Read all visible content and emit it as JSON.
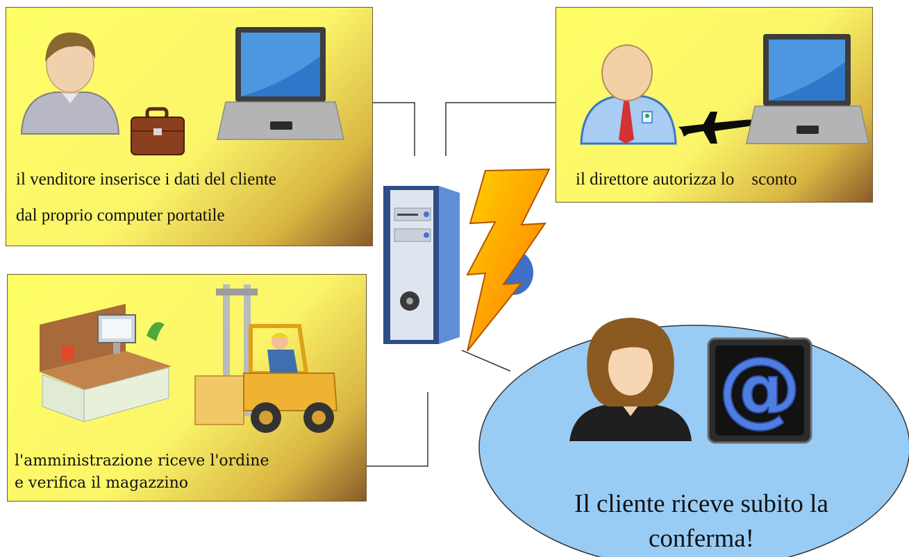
{
  "panels": {
    "seller": {
      "caption_line1": "il venditore inserisce i dati del cliente",
      "caption_line2": "dal proprio computer portatile"
    },
    "director": {
      "caption": "il direttore autorizza lo    sconto"
    },
    "admin": {
      "caption_line1": "l'amministrazione riceve l'ordine",
      "caption_line2": "e verifica il magazzino"
    },
    "client": {
      "caption_line1": "Il cliente riceve subito la",
      "caption_line2": "conferma!"
    }
  },
  "colors": {
    "panel_yellow": "#ffff66",
    "panel_brown": "#8a5a2a",
    "client_ellipse": "#99ccf5",
    "connector": "#333333"
  },
  "icons": [
    "man-avatar-icon",
    "briefcase-icon",
    "laptop-icon",
    "manager-avatar-icon",
    "airplane-icon",
    "server-icon",
    "lightning-icon",
    "office-desk-icon",
    "forklift-icon",
    "woman-avatar-icon",
    "at-sign-icon"
  ]
}
